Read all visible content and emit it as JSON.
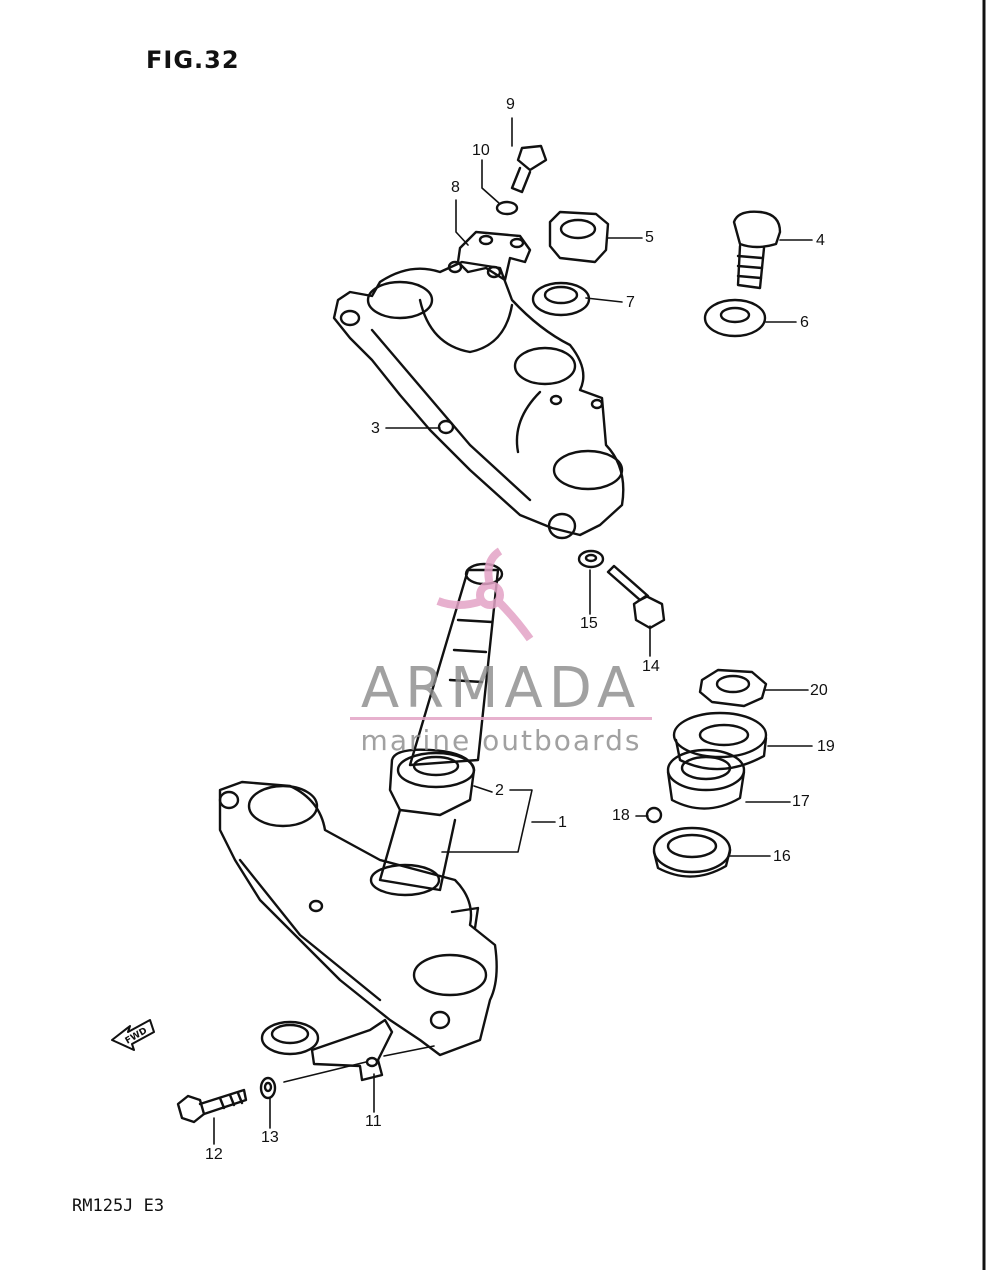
{
  "figure": {
    "title": "FIG.32",
    "model_code": "RM125J E3"
  },
  "watermark": {
    "brand": "ARMADA",
    "tagline": "marine outboards",
    "brand_color": "#e3a3c6",
    "text_color": "#8a8a8a"
  },
  "direction_label": "FWD",
  "callouts": [
    "1",
    "2",
    "3",
    "4",
    "5",
    "6",
    "7",
    "8",
    "9",
    "10",
    "11",
    "12",
    "13",
    "14",
    "15",
    "16",
    "17",
    "18",
    "19",
    "20"
  ]
}
